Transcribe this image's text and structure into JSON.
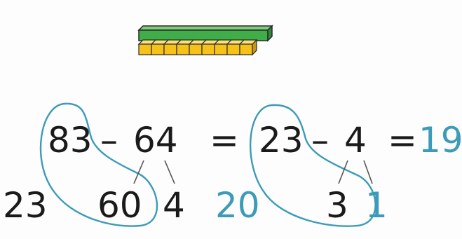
{
  "expression": {
    "step1": {
      "minuend": "83",
      "operator": "–",
      "subtrahend": "64",
      "equals": "="
    },
    "step2": {
      "minuend": "23",
      "operator": "–",
      "subtrahend": "4",
      "equals": "="
    },
    "result": "19"
  },
  "decomposition": {
    "minuend_part": "23",
    "subtrahend_tens": "60",
    "subtrahend_ones": "4",
    "first_difference": "20",
    "split_of_four": [
      "3",
      "1"
    ]
  },
  "blocks": {
    "ten_rods": 1,
    "unit_cubes": 9
  },
  "colors": {
    "accent": "#3c9bb8",
    "rod_green": "#3fae49",
    "cube_yellow": "#f6c21a",
    "text": "#1a1a1a"
  }
}
